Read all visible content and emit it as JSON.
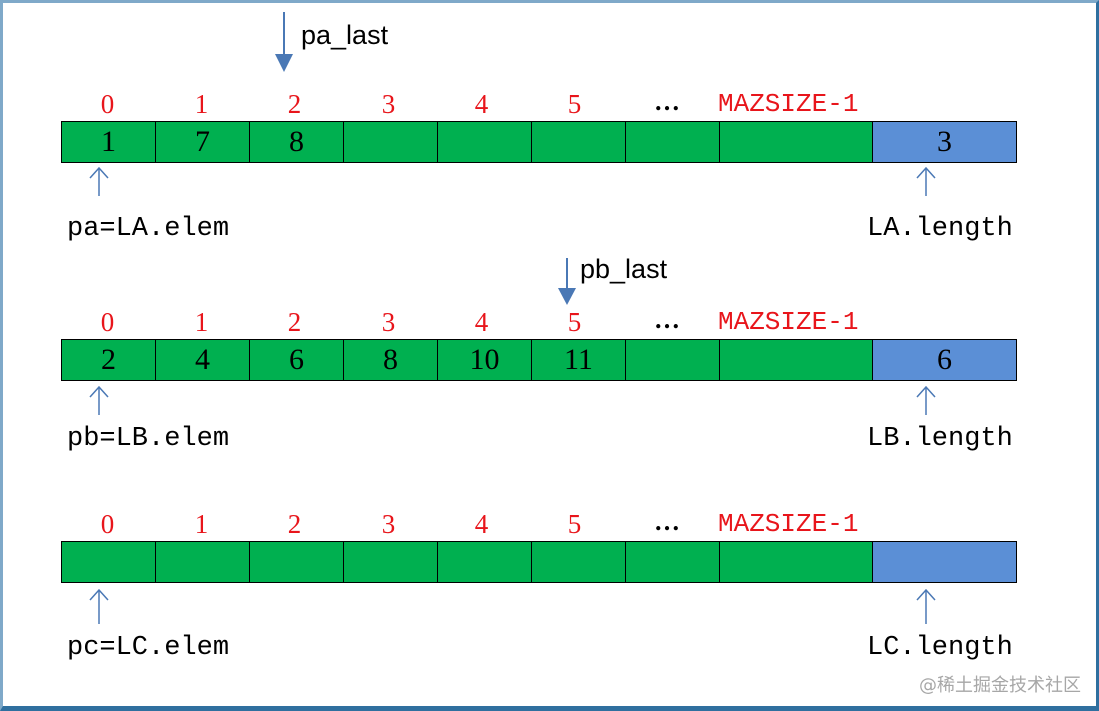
{
  "index_labels": [
    "0",
    "1",
    "2",
    "3",
    "4",
    "5"
  ],
  "ellipsis": "…",
  "max_label": "MAZSIZE-1",
  "arrays": [
    {
      "values": [
        "1",
        "7",
        "8",
        "",
        "",
        "",
        "",
        ""
      ],
      "length_value": "3",
      "base_pointer_label": "pa=LA.elem",
      "length_label": "LA.length",
      "last_pointer_label": "pa_last"
    },
    {
      "values": [
        "2",
        "4",
        "6",
        "8",
        "10",
        "11",
        "",
        ""
      ],
      "length_value": "6",
      "base_pointer_label": "pb=LB.elem",
      "length_label": "LB.length",
      "last_pointer_label": "pb_last"
    },
    {
      "values": [
        "",
        "",
        "",
        "",
        "",
        "",
        "",
        ""
      ],
      "length_value": "",
      "base_pointer_label": "pc=LC.elem",
      "length_label": "LC.length"
    }
  ],
  "watermark": "@稀土掘金技术社区",
  "colors": {
    "cell_fill": "#00b050",
    "length_cell_fill": "#5b8fd6",
    "index_text": "#e8151b",
    "pointer_arrow": "#4a78b5"
  }
}
